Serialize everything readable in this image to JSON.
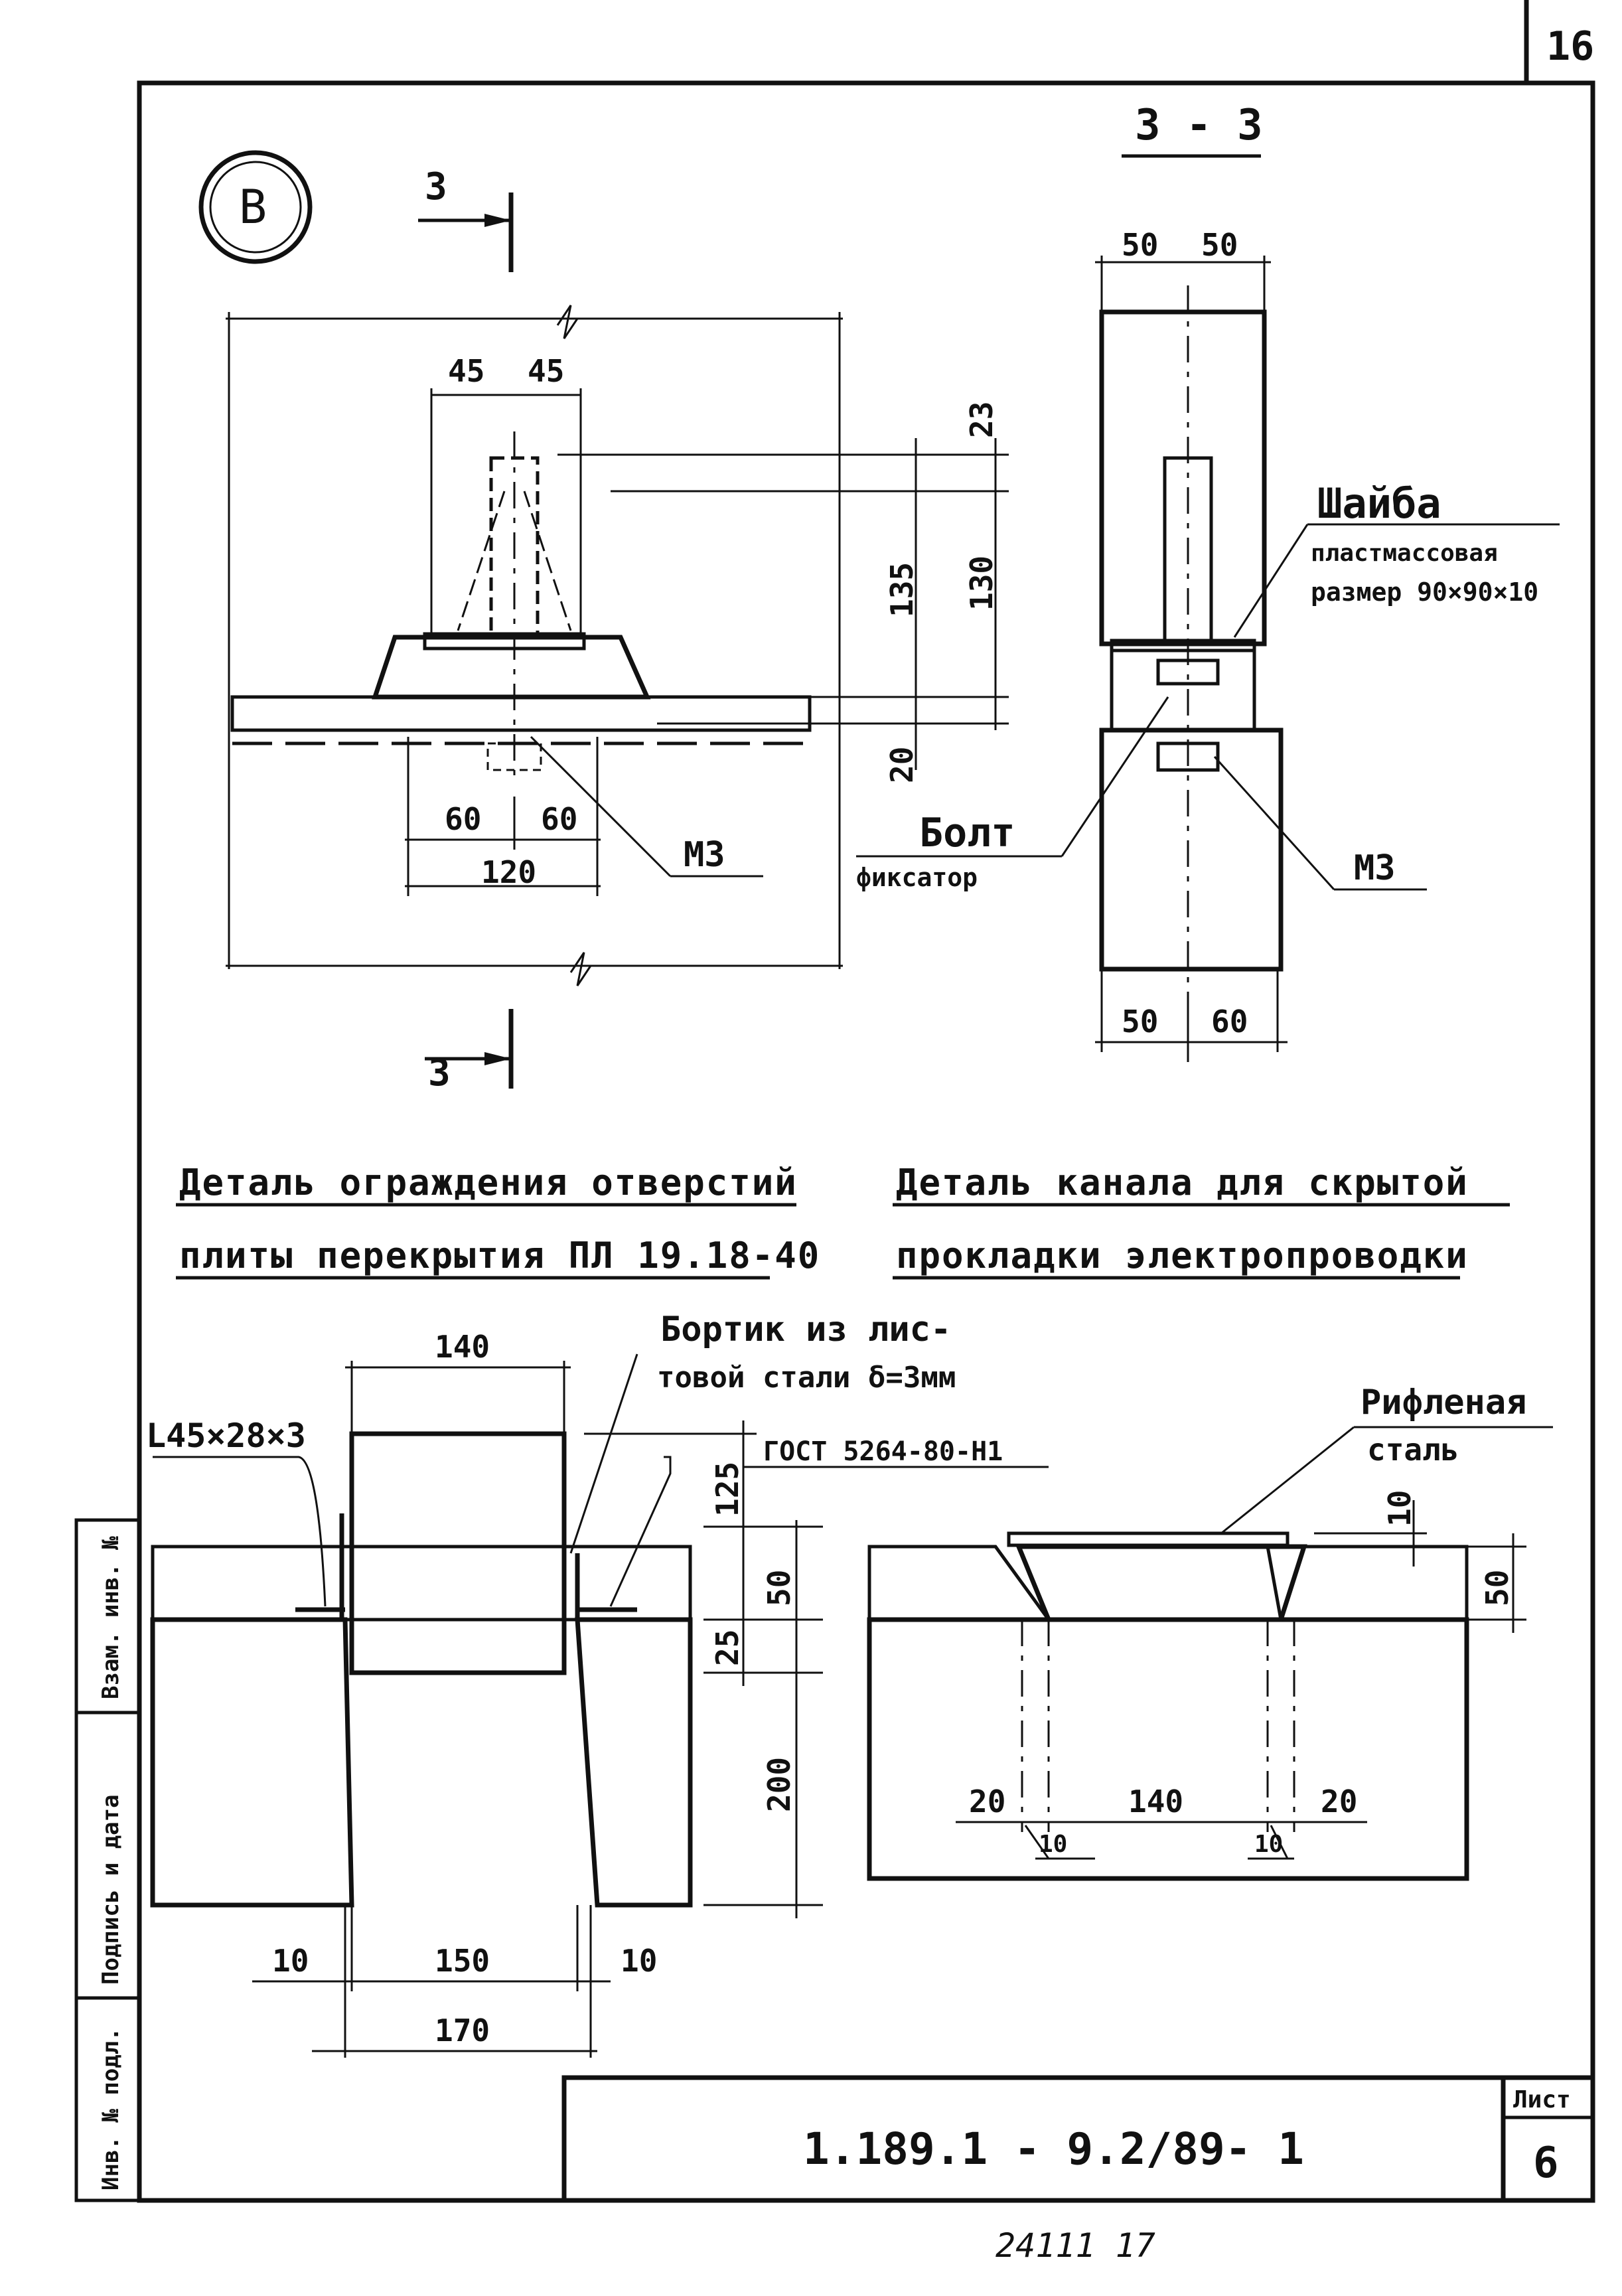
{
  "sheet_top_number": "16",
  "detail_marker": "В",
  "section_mark": "3",
  "section_title": "3 - 3",
  "titles": {
    "left_line1": "Деталь ограждения отверстий",
    "left_line2": "плиты перекрытия ПЛ 19.18-40",
    "right_line1": "Деталь канала для скрытой",
    "right_line2": "прокладки электропроводки"
  },
  "detail_b": {
    "dims": [
      "45",
      "45",
      "23",
      "135",
      "130",
      "20",
      "60",
      "60",
      "120"
    ],
    "label_m3": "М3"
  },
  "section_33": {
    "dims_top": [
      "50",
      "50"
    ],
    "dims_bottom": [
      "50",
      "60"
    ],
    "washer_label": "Шайба",
    "washer_sub1": "пластмассовая",
    "washer_sub2": "размер 90×90×10",
    "bolt_label": "Болт",
    "bolt_sub": "фиксатор",
    "label_m3": "М3"
  },
  "opening_detail": {
    "angle_label": "L45×28×3",
    "rim_label_1": "Бортик из лис-",
    "rim_label_2": "товой стали δ=3мм",
    "gost": "ГОСТ 5264-80-Н1",
    "dims": [
      "140",
      "125",
      "50",
      "25",
      "200",
      "10",
      "150",
      "10",
      "170"
    ]
  },
  "channel_detail": {
    "plate_label_1": "Рифленая",
    "plate_label_2": "сталь",
    "dims": [
      "10",
      "50",
      "20",
      "140",
      "20",
      "10",
      "10"
    ]
  },
  "side_stamp": [
    "Инв. № подл.",
    "Подпись и дата",
    "Взам. инв. №"
  ],
  "title_block": {
    "doc_code": "1.189.1 - 9.2/89- 1",
    "sheet_label": "Лист",
    "sheet_number": "6"
  },
  "footer_note": "24111  17"
}
